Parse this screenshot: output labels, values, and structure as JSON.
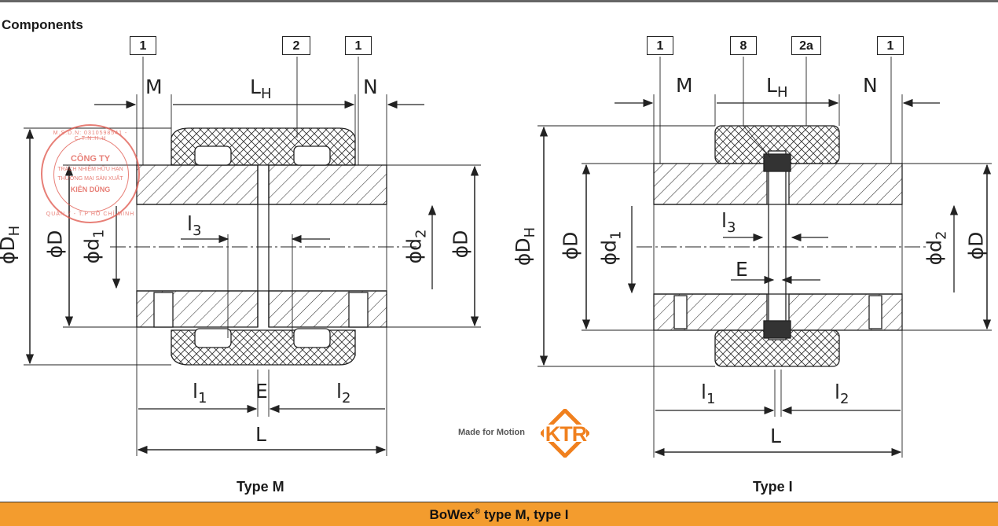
{
  "header": {
    "title": "Components"
  },
  "tags_left": [
    "1",
    "2",
    "1"
  ],
  "tags_right": [
    "1",
    "8",
    "2a",
    "1"
  ],
  "dimensions": {
    "M": "M",
    "LH": "L",
    "LH_sub": "H",
    "N": "N",
    "l3": "l",
    "l3_sub": "3",
    "l1": "l",
    "l1_sub": "1",
    "l2": "l",
    "l2_sub": "2",
    "E": "E",
    "L": "L",
    "DH": "ϕD",
    "DH_sub": "H",
    "D": "ϕD",
    "d1": "ϕd",
    "d1_sub": "1",
    "d2": "ϕd",
    "d2_sub": "2"
  },
  "stamp": {
    "line1": "CÔNG TY",
    "line2": "TRÁCH NHIỆM HỮU HẠN",
    "line3": "THƯƠNG MẠI SẢN XUẤT",
    "line4": "KIÊN DŨNG",
    "arc_top": "M.S.D.N: 0310598541 - C.T.N.H.H",
    "arc_bottom": "QUẬN 7 - T.P HỒ CHÍ MINH"
  },
  "brand": {
    "tagline": "Made for Motion",
    "logo": "KTR",
    "color": "#f0801e"
  },
  "captions": {
    "left": "Type M",
    "right": "Type I"
  },
  "banner": {
    "title": "BoWex",
    "reg": "®",
    "title_rest": " type M, type I",
    "color": "#f39c2e"
  }
}
